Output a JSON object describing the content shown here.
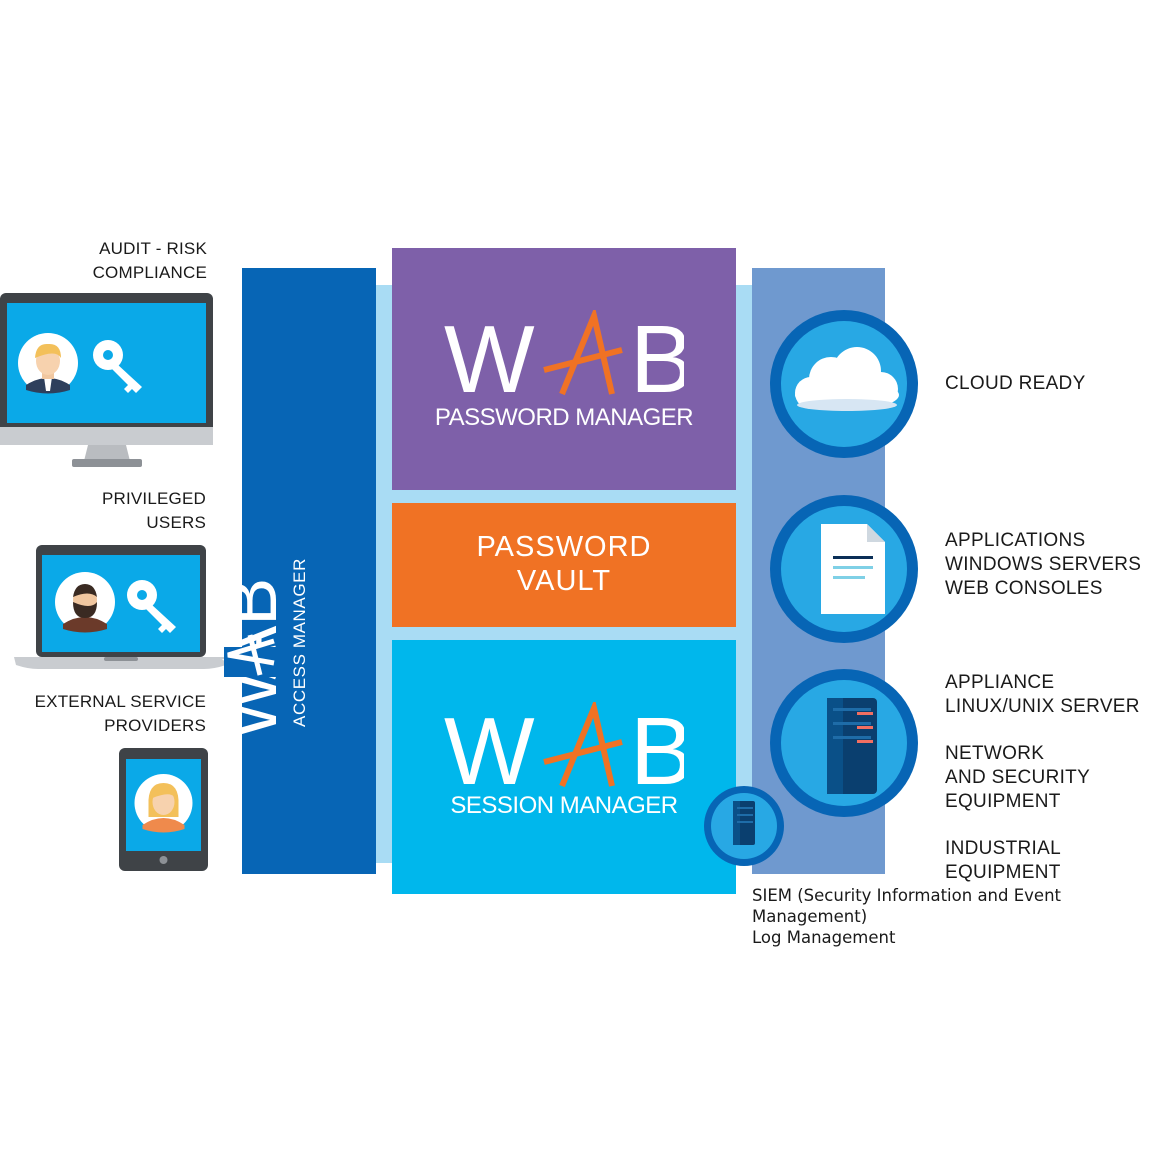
{
  "left": {
    "audit": [
      "AUDIT - RISK",
      "COMPLIANCE"
    ],
    "privileged": [
      "PRIVILEGED",
      "USERS"
    ],
    "external": [
      "EXTERNAL SERVICE",
      "PROVIDERS"
    ]
  },
  "center": {
    "access_logo": "WAB",
    "access_label": "ACCESS MANAGER",
    "pm_logo": "WAB",
    "pm_label": "PASSWORD MANAGER",
    "vault_line1": "PASSWORD",
    "vault_line2": "VAULT",
    "sm_logo": "WAB",
    "sm_label": "SESSION MANAGER"
  },
  "right": {
    "cloud": "CLOUD READY",
    "apps": [
      "APPLICATIONS",
      "WINDOWS SERVERS",
      "WEB CONSOLES"
    ],
    "appliance": [
      "APPLIANCE",
      "LINUX/UNIX SERVER"
    ],
    "network": [
      "NETWORK",
      "AND SECURITY",
      "EQUIPMENT"
    ],
    "industrial": "INDUSTRIAL EQUIPMENT"
  },
  "siem": {
    "line1": "SIEM (Security Information and Event Management)",
    "line2": "Log Management"
  },
  "colors": {
    "access": "#0765b5",
    "password_manager": "#7e60a9",
    "vault": "#f07224",
    "session_manager": "#00b7ec",
    "right_bar": "#6f99cf",
    "connector": "#a9dcf4",
    "screen": "#0aa9e8"
  },
  "icons": [
    "desktop-icon",
    "laptop-icon",
    "tablet-icon",
    "key-icon",
    "cloud-icon",
    "document-icon",
    "server-icon"
  ]
}
